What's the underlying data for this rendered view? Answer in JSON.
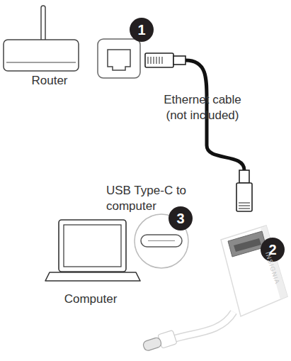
{
  "diagram": {
    "nodes": [
      {
        "text": [
          "Router"
        ]
      },
      {
        "text": [
          "Computer"
        ]
      }
    ],
    "labels": [
      "1",
      "Ethernet cable (not included)",
      "USB Type-C to computer",
      "3",
      "2",
      "INSIGNIA"
    ]
  }
}
